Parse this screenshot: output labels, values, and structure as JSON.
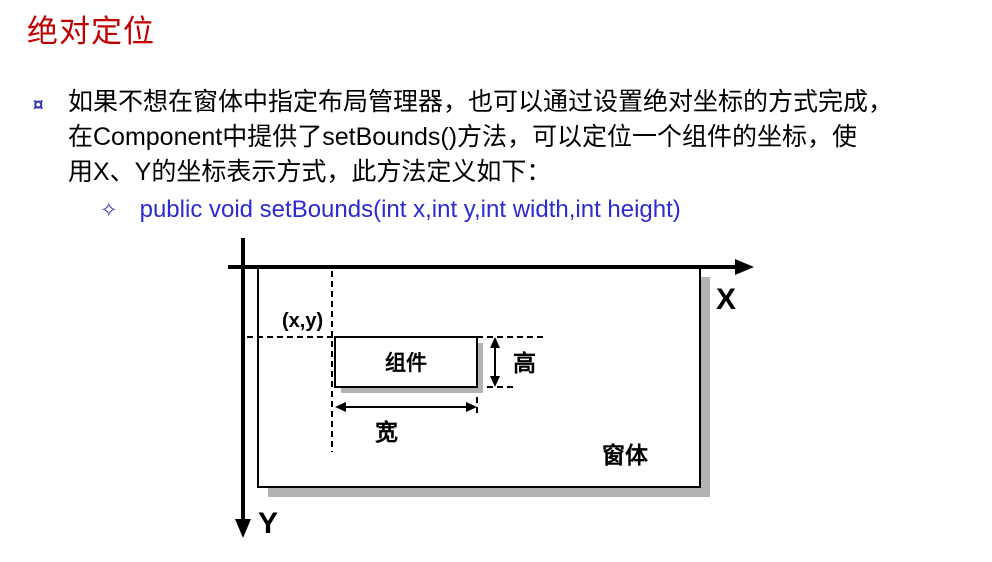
{
  "slide": {
    "title": "绝对定位",
    "bullet": {
      "marker": "¤",
      "lines": [
        "如果不想在窗体中指定布局管理器，也可以通过设置绝对坐标的方式完成，",
        "在Component中提供了setBounds()方法，可以定位一个组件的坐标，使",
        "用X、Y的坐标表示方式，此方法定义如下："
      ]
    },
    "sub_bullet": {
      "marker": "✧",
      "text": "public void setBounds(int x,int y,int width,int height)"
    },
    "diagram": {
      "x_axis_label": "X",
      "y_axis_label": "Y",
      "point_label": "(x,y)",
      "component_label": "组件",
      "height_label": "高",
      "width_label": "宽",
      "window_label": "窗体"
    },
    "colors": {
      "title_red": "#c00000",
      "bullet_blue": "#3a3ab8",
      "code_blue": "#2b2bd0",
      "shadow_gray": "#b3b3b3"
    }
  }
}
